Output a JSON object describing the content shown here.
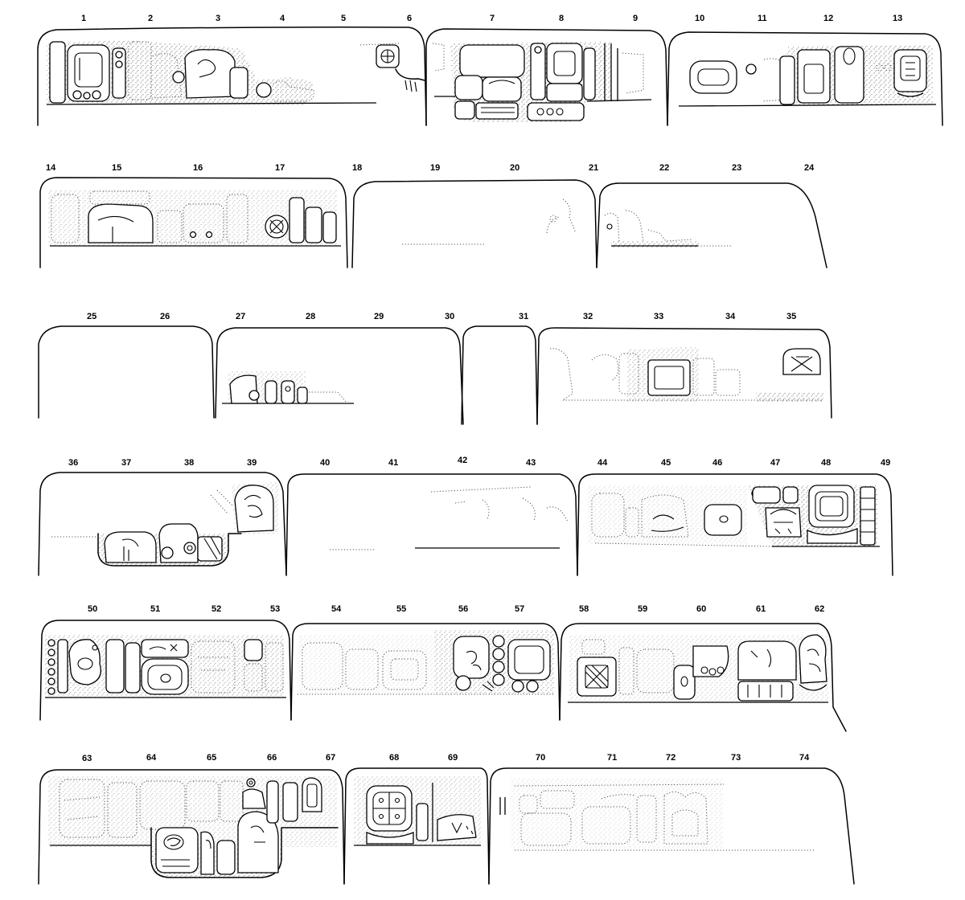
{
  "rows": [
    {
      "id": "row-1",
      "numbers": [
        "1",
        "2",
        "3",
        "4",
        "5",
        "6",
        "7",
        "8",
        "9",
        "10",
        "11",
        "12",
        "13"
      ]
    },
    {
      "id": "row-2",
      "numbers": [
        "14",
        "15",
        "16",
        "17",
        "18",
        "19",
        "20",
        "21",
        "22",
        "23",
        "24"
      ]
    },
    {
      "id": "row-3",
      "numbers": [
        "25",
        "26",
        "27",
        "28",
        "29",
        "30",
        "31",
        "32",
        "33",
        "34",
        "35"
      ]
    },
    {
      "id": "row-4",
      "numbers": [
        "36",
        "37",
        "38",
        "39",
        "40",
        "41",
        "42",
        "43",
        "44",
        "45",
        "46",
        "47",
        "48",
        "49"
      ]
    },
    {
      "id": "row-5",
      "numbers": [
        "50",
        "51",
        "52",
        "53",
        "54",
        "55",
        "56",
        "57",
        "58",
        "59",
        "60",
        "61",
        "62"
      ]
    },
    {
      "id": "row-6",
      "numbers": [
        "63",
        "64",
        "65",
        "66",
        "67",
        "68",
        "69",
        "70",
        "71",
        "72",
        "73",
        "74"
      ]
    }
  ]
}
